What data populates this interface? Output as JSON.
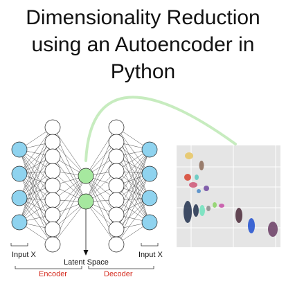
{
  "title": {
    "line1": "Dimensionality Reduction",
    "line2": "using an Autoencoder in",
    "line3": "Python"
  },
  "labels": {
    "input_left": "Input X",
    "input_right": "Input X",
    "latent": "Latent Space",
    "encoder": "Encoder",
    "decoder": "Decoder"
  },
  "colors": {
    "input_node": "#8fd3ef",
    "latent_node": "#a6e89f",
    "hidden_node": "#ffffff",
    "arc": "#c7ecbf",
    "encoder_decoder_text": "#d42a1e",
    "plot_bg": "#e5e5e5"
  },
  "scatter_plot": {
    "clusters": [
      {
        "color": "#e8c562"
      },
      {
        "color": "#8c6a57"
      },
      {
        "color": "#d8432f"
      },
      {
        "color": "#5cc9c0"
      },
      {
        "color": "#cf5777"
      },
      {
        "color": "#4a88c8"
      },
      {
        "color": "#6f47a0"
      },
      {
        "color": "#21304e"
      },
      {
        "color": "#21304e"
      },
      {
        "color": "#6fe3bd"
      },
      {
        "color": "#8a8a8a"
      },
      {
        "color": "#8bd465"
      },
      {
        "color": "#c64ea6"
      },
      {
        "color": "#4b2a3a"
      },
      {
        "color": "#2050d0"
      },
      {
        "color": "#6a3c64"
      }
    ]
  }
}
